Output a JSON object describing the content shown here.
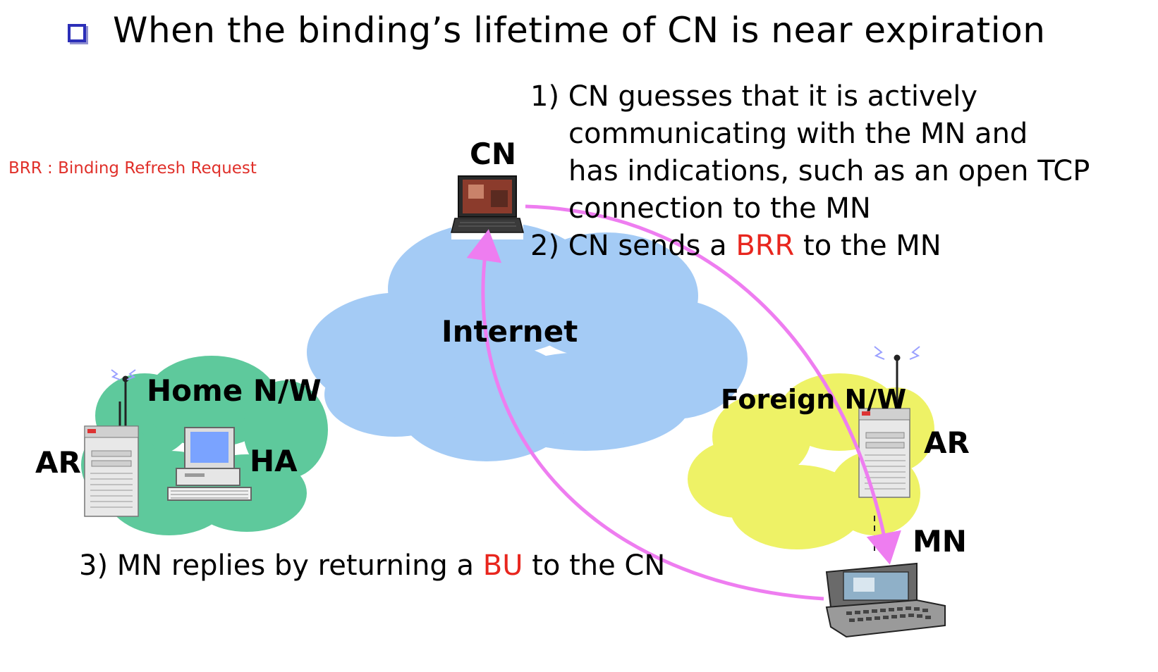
{
  "title": "When the binding’s lifetime of CN is near expiration",
  "legend": "BRR : Binding Refresh Request",
  "steps": {
    "step1": {
      "line1": "1) CN guesses that it is actively",
      "line2": "communicating with the MN and",
      "line3": "has indications, such as an open TCP",
      "line4": "connection to the MN"
    },
    "step2": {
      "prefix": "2) CN sends a ",
      "highlight": "BRR",
      "suffix": " to the MN"
    },
    "step3": {
      "prefix": "3) MN replies by returning a ",
      "highlight": "BU",
      "suffix": " to the CN"
    }
  },
  "nodes": {
    "cn": "CN",
    "internet": "Internet",
    "home_nw": "Home N/W",
    "ha": "HA",
    "ar_home": "AR",
    "foreign_nw": "Foreign N/W",
    "ar_foreign": "AR",
    "mn": "MN"
  },
  "colors": {
    "internet_cloud": "#a4cbf5",
    "home_cloud": "#5ec99c",
    "foreign_cloud": "#eef266",
    "arrow": "#ee7df0",
    "highlight_text": "#e8261e",
    "bullet": "#2c2fb8"
  },
  "icons": [
    "laptop-icon",
    "server-icon",
    "desktop-computer-icon",
    "communicator-phone-icon",
    "antenna-icon"
  ]
}
